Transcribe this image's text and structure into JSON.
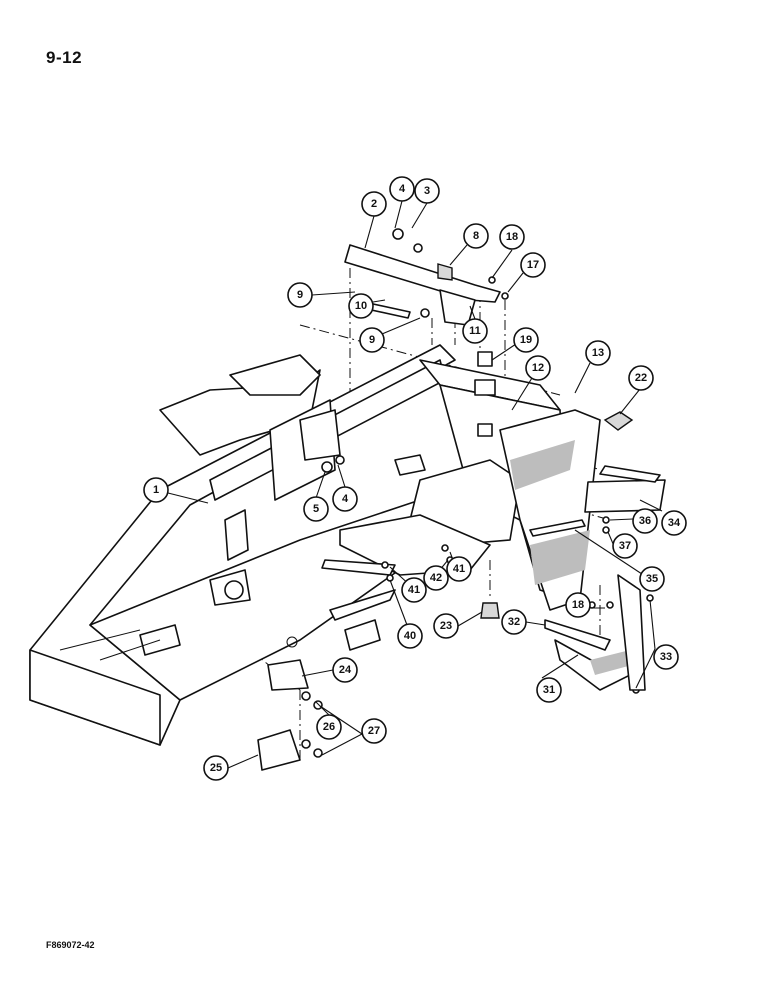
{
  "page": {
    "number": "9-12",
    "figure_code": "F869072-42"
  },
  "callouts": [
    {
      "label": "1"
    },
    {
      "label": "2"
    },
    {
      "label": "3"
    },
    {
      "label": "4"
    },
    {
      "label": "4"
    },
    {
      "label": "5"
    },
    {
      "label": "8"
    },
    {
      "label": "9"
    },
    {
      "label": "9"
    },
    {
      "label": "10"
    },
    {
      "label": "11"
    },
    {
      "label": "12"
    },
    {
      "label": "13"
    },
    {
      "label": "17"
    },
    {
      "label": "18"
    },
    {
      "label": "18"
    },
    {
      "label": "19"
    },
    {
      "label": "22"
    },
    {
      "label": "23"
    },
    {
      "label": "24"
    },
    {
      "label": "25"
    },
    {
      "label": "26"
    },
    {
      "label": "27"
    },
    {
      "label": "31"
    },
    {
      "label": "32"
    },
    {
      "label": "33"
    },
    {
      "label": "34"
    },
    {
      "label": "35"
    },
    {
      "label": "36"
    },
    {
      "label": "37"
    },
    {
      "label": "40"
    },
    {
      "label": "41"
    },
    {
      "label": "41"
    },
    {
      "label": "42"
    }
  ]
}
